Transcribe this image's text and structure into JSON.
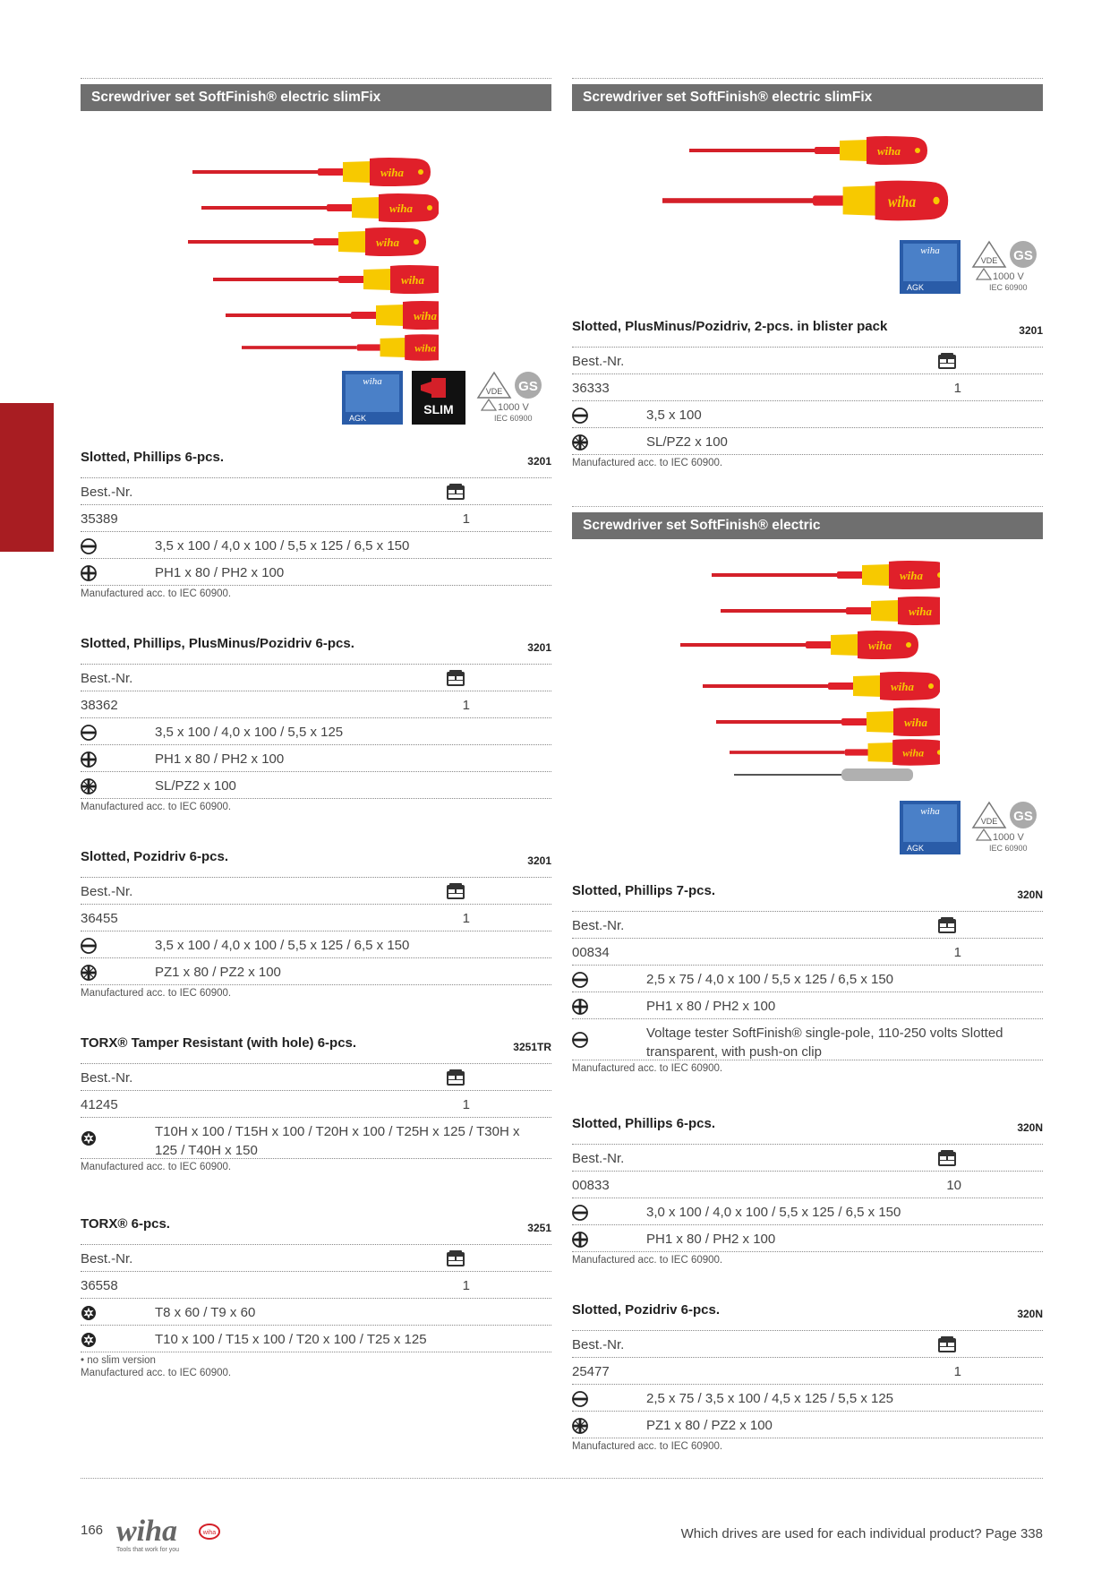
{
  "sections": {
    "left_header": "Screwdriver set SoftFinish® electric slimFix",
    "right_top_header": "Screwdriver set SoftFinish® electric slimFix",
    "right_bottom_header": "Screwdriver set SoftFinish® electric"
  },
  "labels": {
    "best_nr": "Best.-Nr."
  },
  "badges": {
    "slim": "SLIM",
    "voltage": "1000 V",
    "iec": "IEC 60900",
    "wiha_brand": "wiha"
  },
  "products": {
    "p35389": {
      "title": "Slotted, Phillips 6-pcs.",
      "code": "3201",
      "order_nr": "35389",
      "qty": "1",
      "specs": [
        "3,5 x 100  /  4,0 x 100  /  5,5 x 125  /  6,5 x 150",
        "PH1 x 80  /  PH2 x 100"
      ],
      "footnote": "Manufactured acc. to IEC 60900."
    },
    "p38362": {
      "title": "Slotted, Phillips, PlusMinus/Pozidriv 6-pcs.",
      "code": "3201",
      "order_nr": "38362",
      "qty": "1",
      "specs": [
        "3,5 x 100  /  4,0 x 100  /  5,5 x 125",
        "PH1 x 80  /  PH2 x 100",
        "SL/PZ2 x 100"
      ],
      "footnote": "Manufactured acc. to IEC 60900."
    },
    "p36455": {
      "title": "Slotted, Pozidriv 6-pcs.",
      "code": "3201",
      "order_nr": "36455",
      "qty": "1",
      "specs": [
        "3,5 x 100  /  4,0 x 100  /  5,5 x 125  /  6,5 x 150",
        "PZ1 x 80  /  PZ2 x 100"
      ],
      "footnote": "Manufactured acc. to IEC 60900."
    },
    "p41245": {
      "title": "TORX® Tamper Resistant (with hole) 6-pcs.",
      "code": "3251TR",
      "order_nr": "41245",
      "qty": "1",
      "specs": [
        "T10H x 100  /  T15H x 100  /  T20H x 100  /  T25H x 125  /  T30H x 125  /  T40H x 150"
      ],
      "footnote": "Manufactured acc. to IEC 60900."
    },
    "p36558": {
      "title": "TORX® 6-pcs.",
      "code": "3251",
      "order_nr": "36558",
      "qty": "1",
      "specs": [
        "T8 x 60  /  T9 x 60",
        "T10 x 100  /  T15 x 100  /  T20 x 100  /  T25 x 125"
      ],
      "note": "• no slim version",
      "footnote": "Manufactured acc. to IEC 60900."
    },
    "p36333": {
      "title": "Slotted, PlusMinus/Pozidriv, 2-pcs. in blister pack",
      "code": "3201",
      "order_nr": "36333",
      "qty": "1",
      "specs": [
        "3,5 x 100",
        "SL/PZ2 x 100"
      ],
      "footnote": "Manufactured acc. to IEC 60900."
    },
    "p00834": {
      "title": "Slotted, Phillips 7-pcs.",
      "code": "320N",
      "order_nr": "00834",
      "qty": "1",
      "specs": [
        "2,5 x 75  /  4,0 x 100  /  5,5 x 125  /  6,5 x 150",
        "PH1 x 80  /  PH2 x 100",
        "Voltage tester SoftFinish® single-pole, 110-250 volts Slotted transparent, with push-on clip"
      ],
      "footnote": "Manufactured acc. to IEC 60900."
    },
    "p00833": {
      "title": "Slotted, Phillips 6-pcs.",
      "code": "320N",
      "order_nr": "00833",
      "qty": "10",
      "specs": [
        "3,0 x 100  /  4,0 x 100  /  5,5 x 125  /  6,5 x 150",
        "PH1 x 80  /  PH2 x 100"
      ],
      "footnote": "Manufactured acc. to IEC 60900."
    },
    "p25477": {
      "title": "Slotted, Pozidriv 6-pcs.",
      "code": "320N",
      "order_nr": "25477",
      "qty": "1",
      "specs": [
        "2,5 x 75  /  3,5 x 100  /  4,5 x 125  /  5,5 x 125",
        "PZ1 x 80  /  PZ2 x 100"
      ],
      "footnote": "Manufactured acc. to IEC 60900."
    }
  },
  "footer": {
    "page_number": "166",
    "logo_text": "wiha",
    "tagline": "Tools that work for you",
    "reference": "Which drives are used for each individual product?  Page 338"
  },
  "colors": {
    "accent": "#a81d22",
    "header_bg": "#6f6f6f",
    "handle_red": "#e0202a",
    "handle_yellow": "#f7c900"
  }
}
